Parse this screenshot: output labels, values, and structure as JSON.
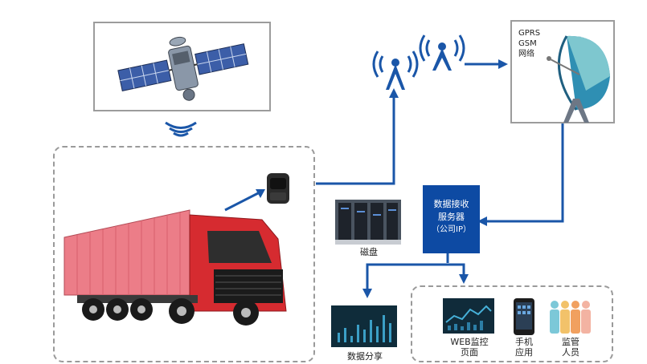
{
  "gateway": {
    "line1": "GPRS",
    "line2": "GSM",
    "line3": "网络"
  },
  "server": {
    "line1": "数据接收",
    "line2": "服务器",
    "line3": "（公司IP）"
  },
  "disk": {
    "label": "磁盘"
  },
  "share": {
    "label": "数据分享"
  },
  "web": {
    "line1": "WEB监控",
    "line2": "页面"
  },
  "mobile": {
    "line1": "手机",
    "line2": "应用"
  },
  "staff": {
    "line1": "监管",
    "line2": "人员"
  },
  "colors": {
    "arrow": "#1a56a8",
    "server": "#0d4aa3",
    "truck": "#d62b30",
    "container": "#e8707c"
  }
}
